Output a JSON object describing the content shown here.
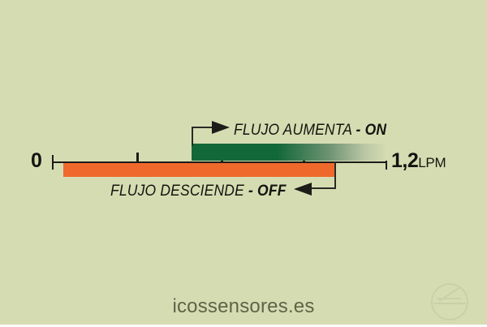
{
  "figure": {
    "background_color": "#d6dcb2",
    "axis": {
      "min_label": "0",
      "max_value_label": "1,2",
      "max_unit_label": "LPM"
    },
    "bars": [
      {
        "id": "flow-increasing",
        "color": "#13683a",
        "callout": "FLUJO AUMENTA",
        "state": "- ON"
      },
      {
        "id": "flow-decreasing",
        "color": "#f0692c",
        "callout": "FLUJO DESCIENDE",
        "state": "- OFF"
      }
    ]
  },
  "chart_data": {
    "type": "bar",
    "title": "",
    "xlabel": "LPM",
    "ylabel": "",
    "xlim": [
      0,
      1.2
    ],
    "grid": false,
    "legend": "none",
    "tick_labels": [
      "0",
      "1,2"
    ],
    "tick_values": [
      0,
      0.3,
      0.6,
      0.9,
      1.2
    ],
    "series": [
      {
        "name": "FLUJO AUMENTA - ON",
        "color": "#13683a",
        "start": 0.5,
        "end": 1.2,
        "fade_start": 0.8,
        "annotation": "FLUJO AUMENTA - ON"
      },
      {
        "name": "FLUJO DESCIENDE - OFF",
        "color": "#f0692c",
        "start": 0.04,
        "end": 1.01,
        "annotation": "FLUJO DESCIENDE - OFF"
      }
    ]
  },
  "watermark": {
    "text": "icossensores.es",
    "logo": "circle-slash-logo"
  }
}
